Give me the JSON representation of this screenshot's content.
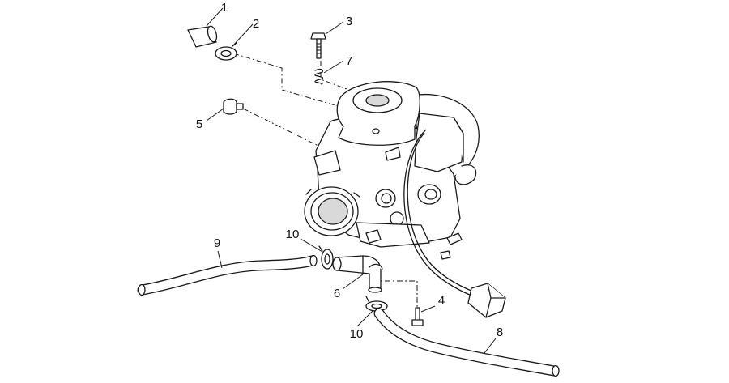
{
  "diagram": {
    "callouts": [
      {
        "key": "p1",
        "number": "1"
      },
      {
        "key": "p2",
        "number": "2"
      },
      {
        "key": "p3",
        "number": "3"
      },
      {
        "key": "p7",
        "number": "7"
      },
      {
        "key": "p5",
        "number": "5"
      },
      {
        "key": "p9",
        "number": "9"
      },
      {
        "key": "p10a",
        "number": "10"
      },
      {
        "key": "p6",
        "number": "6"
      },
      {
        "key": "p4",
        "number": "4"
      },
      {
        "key": "p10b",
        "number": "10"
      },
      {
        "key": "p8",
        "number": "8"
      }
    ]
  }
}
